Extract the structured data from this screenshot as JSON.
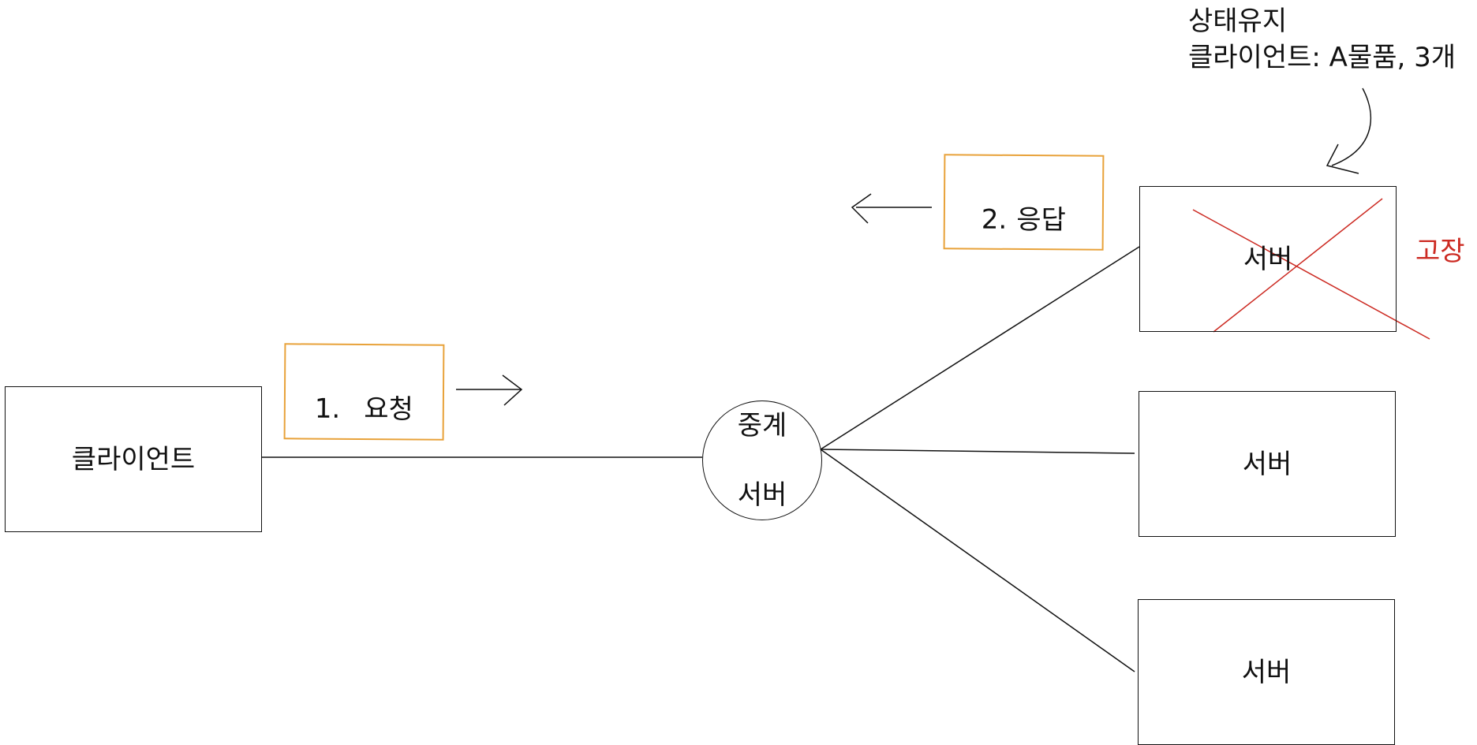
{
  "state_note": {
    "line1": "상태유지",
    "line2": "클라이언트: A물품, 3개"
  },
  "client": {
    "label": "클라이언트"
  },
  "relay_server": {
    "line1": "중계",
    "line2": "서버"
  },
  "servers": [
    {
      "label": "서버",
      "status": "failed"
    },
    {
      "label": "서버"
    },
    {
      "label": "서버"
    }
  ],
  "failure_label": "고장",
  "request_step": {
    "number": "1.",
    "label": "요청"
  },
  "response_step": {
    "number": "2.",
    "label": "응답"
  },
  "colors": {
    "line": "#111111",
    "step_box_border": "#e8a23a",
    "failure": "#cc2a22"
  }
}
